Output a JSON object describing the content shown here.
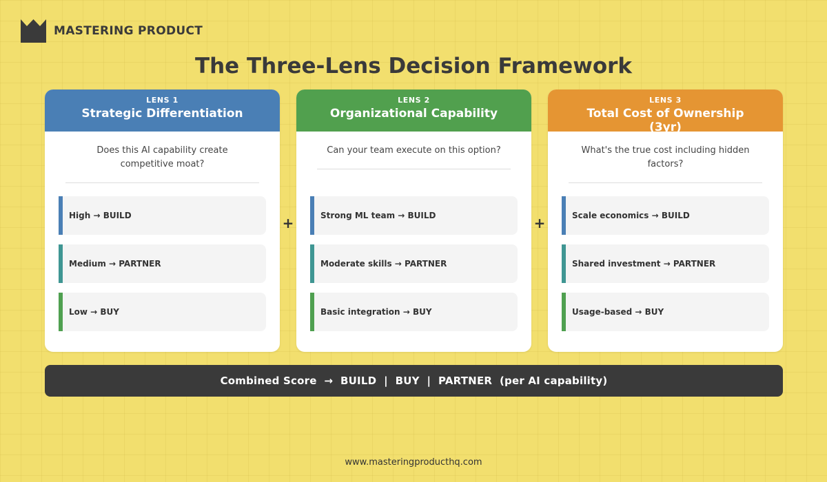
{
  "brand": {
    "name": "MASTERING PRODUCT",
    "icon": "crown-icon"
  },
  "title": "The Three-Lens Decision Framework",
  "lenses": [
    {
      "label": "LENS 1",
      "title": "Strategic Differentiation",
      "question": "Does this AI capability create competitive moat?",
      "color": "#4a7fb5",
      "options": [
        {
          "text": "High → BUILD",
          "color": "#4a7fb5"
        },
        {
          "text": "Medium → PARTNER",
          "color": "#3f9693"
        },
        {
          "text": "Low → BUY",
          "color": "#4fa050"
        }
      ]
    },
    {
      "label": "LENS 2",
      "title": "Organizational Capability",
      "question": "Can your team execute on this option?",
      "color": "#51a04e",
      "options": [
        {
          "text": "Strong ML team → BUILD",
          "color": "#4a7fb5"
        },
        {
          "text": "Moderate skills → PARTNER",
          "color": "#3f9693"
        },
        {
          "text": "Basic integration → BUY",
          "color": "#4fa050"
        }
      ]
    },
    {
      "label": "LENS 3",
      "title": "Total Cost of Ownership (3yr)",
      "question": "What's the true cost including hidden factors?",
      "color": "#e59533",
      "options": [
        {
          "text": "Scale economics → BUILD",
          "color": "#4a7fb5"
        },
        {
          "text": "Shared investment → PARTNER",
          "color": "#3f9693"
        },
        {
          "text": "Usage-based → BUY",
          "color": "#4fa050"
        }
      ]
    }
  ],
  "plus_sign": "+",
  "summary": "Combined Score  →  BUILD  |  BUY  |  PARTNER  (per AI capability)",
  "footer": "www.masteringproducthq.com"
}
